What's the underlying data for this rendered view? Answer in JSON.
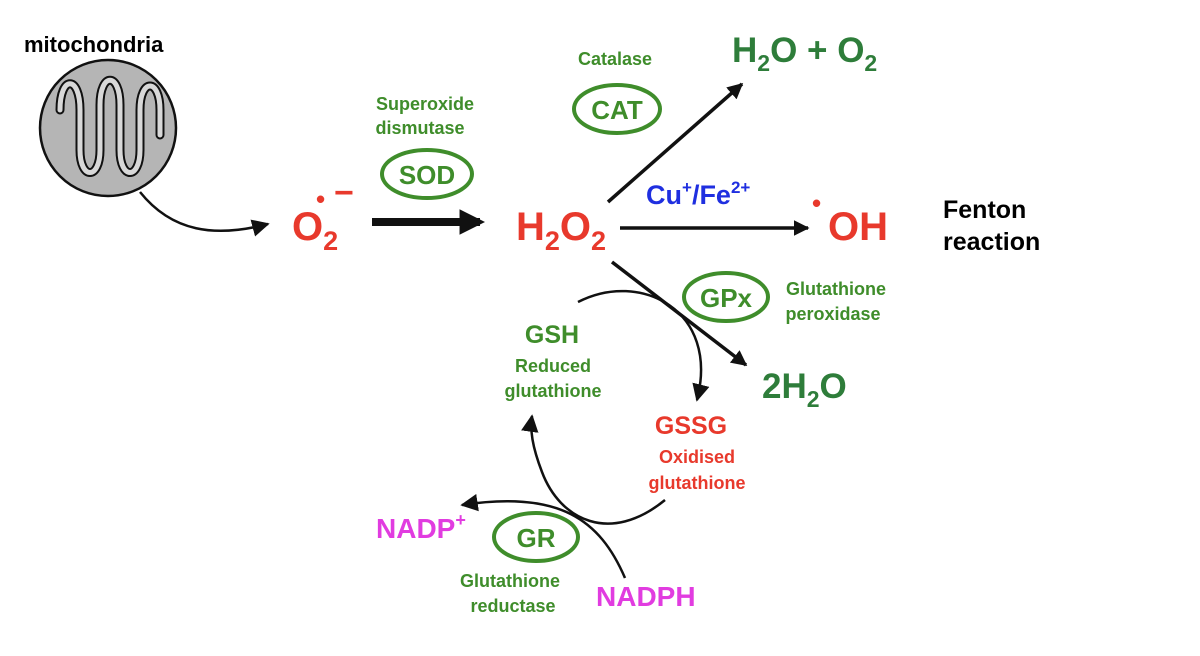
{
  "colors": {
    "red": "#e8392c",
    "green": "#3f8d2b",
    "dark_green": "#2e7d3a",
    "blue": "#1f2fe0",
    "magenta": "#e13ce0",
    "black": "#111111",
    "mito_fill": "#b5b5b5"
  },
  "mitochondria": {
    "label": "mitochondria"
  },
  "superoxide": {
    "base": "O",
    "sub": "2",
    "radical_dot": "•",
    "charge": "−"
  },
  "sod": {
    "name_line1": "Superoxide",
    "name_line2": "dismutase",
    "abbr": "SOD"
  },
  "hydrogen_peroxide": {
    "h": "H",
    "sub1": "2",
    "o": "O",
    "sub2": "2"
  },
  "catalase": {
    "name": "Catalase",
    "abbr": "CAT"
  },
  "water_oxygen": {
    "h": "H",
    "sub1": "2",
    "mid": "O + O",
    "sub2": "2"
  },
  "metals": {
    "cu": "Cu",
    "cu_charge": "+",
    "sep": "/Fe",
    "fe_charge": "2+"
  },
  "hydroxyl": {
    "dot": "•",
    "text": "OH"
  },
  "fenton": {
    "line1": "Fenton",
    "line2": "reaction"
  },
  "gpx": {
    "abbr": "GPx",
    "name_line1": "Glutathione",
    "name_line2": "peroxidase"
  },
  "two_water": {
    "pre": "2H",
    "sub": "2",
    "post": "O"
  },
  "gsh": {
    "abbr": "GSH",
    "name_line1": "Reduced",
    "name_line2": "glutathione"
  },
  "gssg": {
    "abbr": "GSSG",
    "name_line1": "Oxidised",
    "name_line2": "glutathione"
  },
  "gr": {
    "abbr": "GR",
    "name_line1": "Glutathione",
    "name_line2": "reductase"
  },
  "nadp": {
    "text": "NADP",
    "charge": "+"
  },
  "nadph": {
    "text": "NADPH"
  }
}
